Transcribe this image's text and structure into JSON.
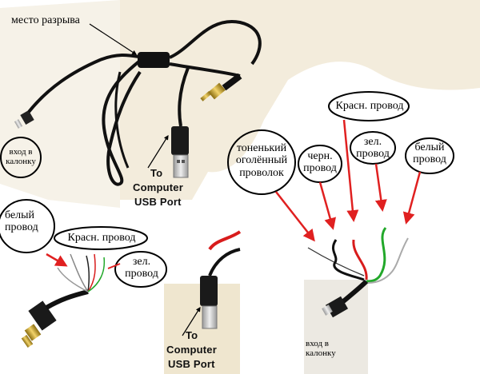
{
  "colors": {
    "cable": "#111111",
    "red_wire": "#d81c1c",
    "green_wire": "#22a82a",
    "arrow_red": "#e02020",
    "plug_gold": "#c9a227",
    "usb_silver": "#c8c8c8",
    "bg_shade": "#f2ead8"
  },
  "labels": {
    "break_point": "место разрыва",
    "speaker_input_top": "вход в\nкалонку",
    "usb_to_1": "To",
    "usb_computer_1": "Computer",
    "usb_port_1": "USB Port",
    "white_wire_left": "белый\nпровод",
    "red_wire_left": "Красн. провод",
    "green_wire_left": "зел.\nпровод",
    "usb_to_2": "To",
    "usb_computer_2": "Computer",
    "usb_port_2": "USB Port",
    "red_wire_right": "Красн. провод",
    "thin_wire": "тоненький\nоголённый\nпроволок",
    "black_wire": "черн.\nпровод",
    "green_wire_right": "зел.\nпровод",
    "white_wire_right": "белый\nпровод",
    "speaker_input_bottom": "вход в\nкалонку"
  }
}
